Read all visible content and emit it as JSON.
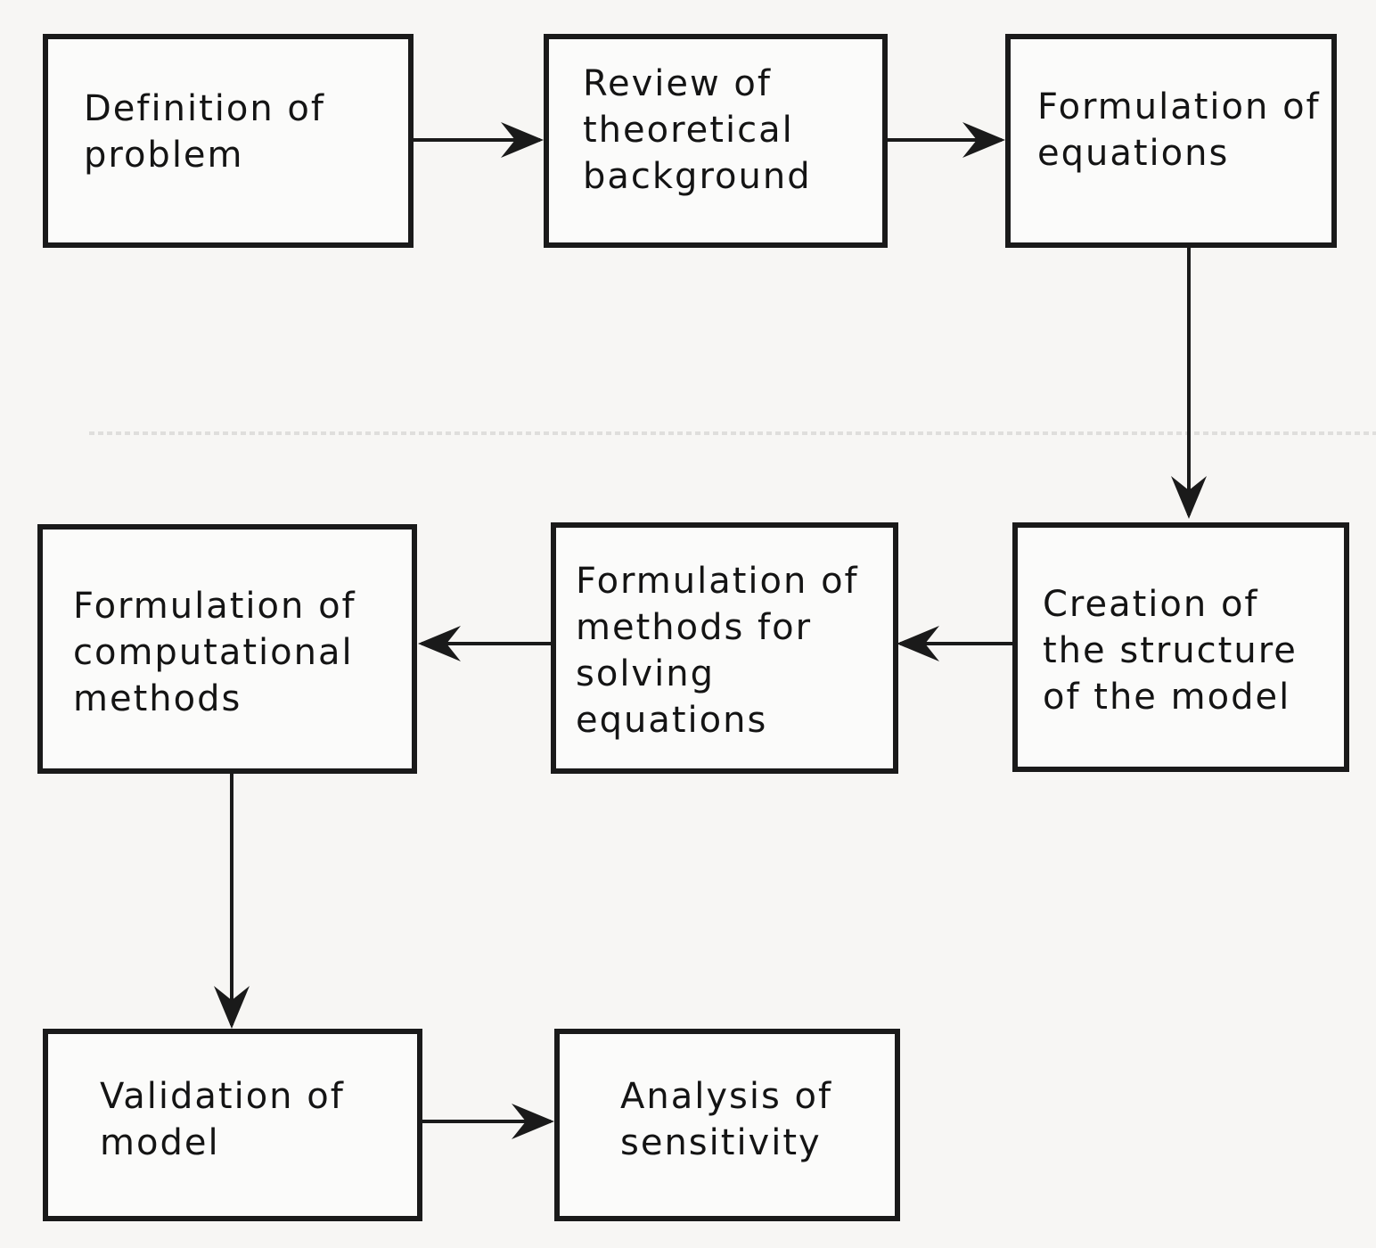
{
  "nodes": [
    {
      "id": "definition",
      "lines": [
        "Definition  of",
        "problem"
      ]
    },
    {
      "id": "review",
      "lines": [
        "Review  of",
        "theoretical",
        "background"
      ]
    },
    {
      "id": "formulation-equations",
      "lines": [
        "Formulation of",
        "equations"
      ]
    },
    {
      "id": "creation-structure",
      "lines": [
        "Creation of",
        "the structure",
        "of the model"
      ]
    },
    {
      "id": "formulation-methods-solving",
      "lines": [
        "Formulation  of",
        "methods for",
        "solving",
        "equations"
      ]
    },
    {
      "id": "formulation-computational",
      "lines": [
        "Formulation of",
        "computational",
        "methods"
      ]
    },
    {
      "id": "validation",
      "lines": [
        "Validation of",
        "model"
      ]
    },
    {
      "id": "analysis-sensitivity",
      "lines": [
        "Analysis of",
        "sensitivity"
      ]
    }
  ],
  "edges": [
    {
      "from": "definition",
      "to": "review"
    },
    {
      "from": "review",
      "to": "formulation-equations"
    },
    {
      "from": "formulation-equations",
      "to": "creation-structure"
    },
    {
      "from": "creation-structure",
      "to": "formulation-methods-solving"
    },
    {
      "from": "formulation-methods-solving",
      "to": "formulation-computational"
    },
    {
      "from": "formulation-computational",
      "to": "validation"
    },
    {
      "from": "validation",
      "to": "analysis-sensitivity"
    }
  ]
}
